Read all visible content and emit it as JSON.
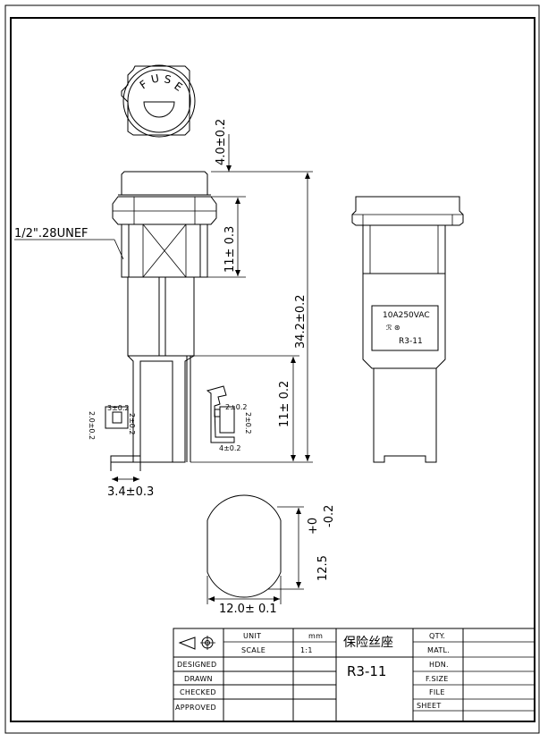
{
  "fuse_cap_text": [
    "F",
    "U",
    "S",
    "E"
  ],
  "dims": {
    "cap_height": "4.0±0.2",
    "thread_len": "11± 0.3",
    "total_len": "34.2±0.2",
    "lower_len": "11± 0.2",
    "thread_spec": "1/2\".28UNEF",
    "tab_width": "3.4±0.3",
    "diameter": "12.5",
    "diameter_tol_plus": "+0",
    "diameter_tol_minus": "-0.2",
    "flat_width": "12.0± 0.1",
    "terminal_a": "3±0.2",
    "terminal_b": "2±0.2",
    "terminal_c": "2.0±0.2",
    "terminal_d": "2±0.2",
    "terminal_e": "2±0.2",
    "terminal_f": "4±0.2"
  },
  "label": {
    "rating": "10A250VAC",
    "model": "R3-11"
  },
  "title_block": {
    "unit_label": "UNIT",
    "unit_value": "mm",
    "scale_label": "SCALE",
    "scale_value": "1:1",
    "name_cn": "保险丝座",
    "part_no": "R3-11",
    "designed": "DESIGNED",
    "drawn": "DRAWN",
    "checked": "CHECKED",
    "approved": "APPROVED",
    "qty": "QTY.",
    "matl": "MATL.",
    "hdn": "HDN.",
    "fsize": "F.SIZE",
    "file": "FILE",
    "sheet": "SHEET"
  }
}
